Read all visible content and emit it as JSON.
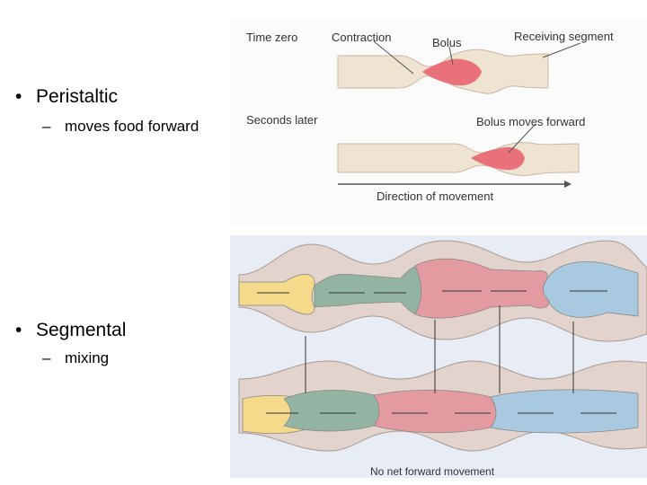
{
  "slide": {
    "bullets": {
      "peristaltic": "Peristaltic",
      "peristaltic_sub": "moves food forward",
      "segmental": "Segmental",
      "segmental_sub": "mixing"
    }
  },
  "top_figure": {
    "time_zero": "Time zero",
    "contraction": "Contraction",
    "bolus": "Bolus",
    "receiving_segment": "Receiving segment",
    "seconds_later": "Seconds later",
    "bolus_moves_forward": "Bolus moves forward",
    "direction_of_movement": "Direction of movement"
  },
  "bottom_figure": {
    "caption": "No net forward movement"
  },
  "colors": {
    "tube": "#efe3d2",
    "bolus": "#e9727a",
    "segment_yellow": "#f6da8c",
    "segment_green": "#93b4a3",
    "segment_red": "#e39aa0",
    "segment_blue": "#a9c9e0",
    "wall": "#d9c7c0"
  }
}
